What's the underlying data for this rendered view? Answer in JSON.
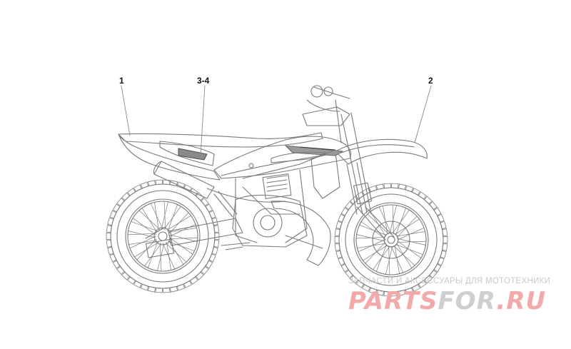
{
  "callouts": {
    "c1": "1",
    "c34": "3-4",
    "c2": "2"
  },
  "watermark": {
    "caption": "ЗАПЧАСТИ И АКСЕССУАРЫ ДЛЯ МОТОТЕХНИКИ",
    "logo_part1": "PARTS",
    "logo_part2": "FOR",
    "logo_part3": ".RU"
  },
  "colors": {
    "line": "#7a7a7a",
    "watermark_red": "#f2a9a9",
    "watermark_gray": "#cfcfcf"
  }
}
